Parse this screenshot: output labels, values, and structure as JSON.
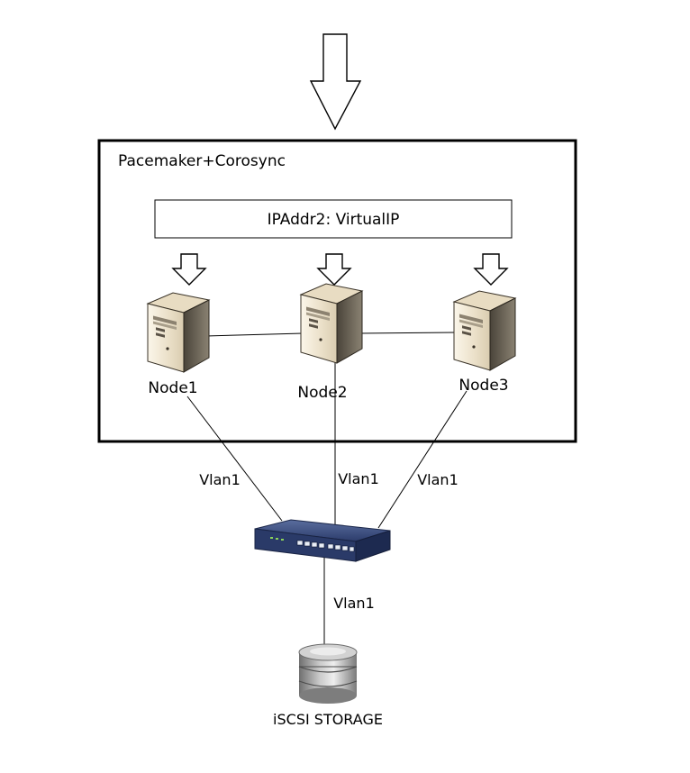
{
  "cluster": {
    "title": "Pacemaker+Corosync",
    "resource": "IPAddr2: VirtualIP"
  },
  "nodes": [
    {
      "label": "Node1"
    },
    {
      "label": "Node2"
    },
    {
      "label": "Node3"
    }
  ],
  "links": {
    "node1_switch": "Vlan1",
    "node2_switch": "Vlan1",
    "node3_switch": "Vlan1",
    "switch_storage": "Vlan1"
  },
  "storage": {
    "label": "iSCSI STORAGE"
  },
  "colors": {
    "line": "#000000",
    "server_front": "#f2ead9",
    "server_side": "#6b6457",
    "switch_body": "#2d3f73",
    "storage_body": "#8a8a8a"
  }
}
